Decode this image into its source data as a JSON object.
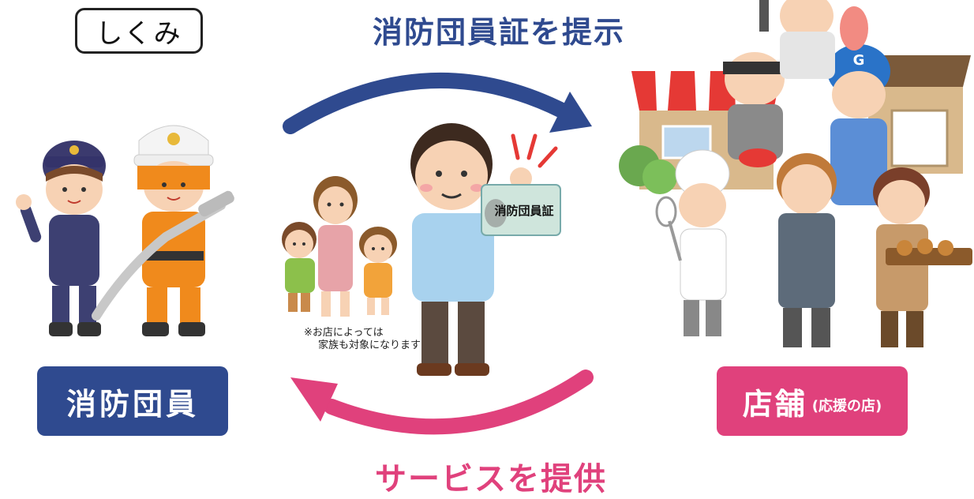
{
  "labels": {
    "mechanism": "しくみ",
    "top_arrow": "消防団員証を提示",
    "bottom_arrow": "サービスを提供",
    "left_box": "消防団員",
    "right_box_main": "店舗",
    "right_box_sub": "(応援の店)",
    "card": "消防団員証",
    "note_line1": "※お店によっては",
    "note_line2": "家族も対象になります",
    "cap_letter": "G"
  },
  "colors": {
    "navy": "#2f4a8f",
    "pink": "#e0417c"
  }
}
